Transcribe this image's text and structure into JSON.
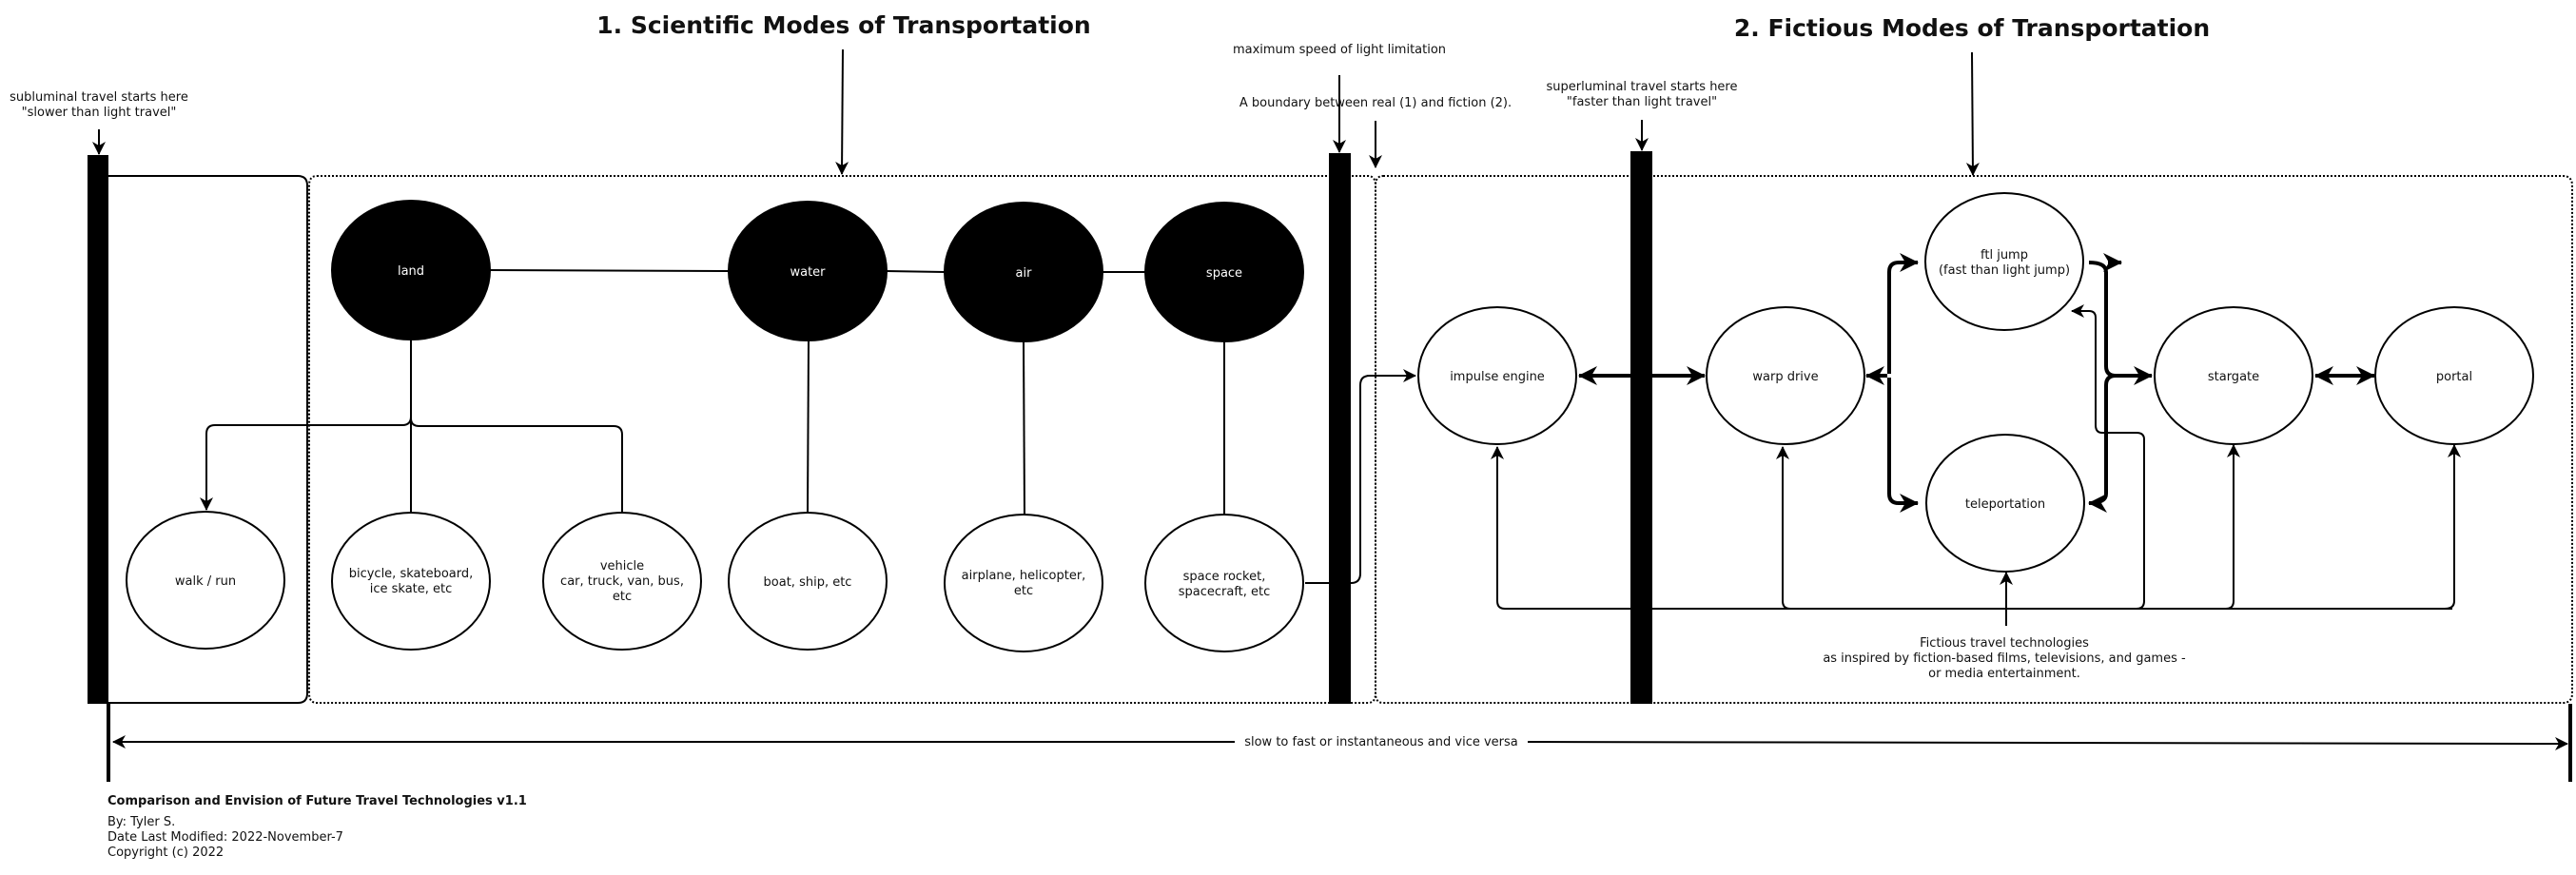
{
  "headings": {
    "scientific": "1. Scientific Modes of Transportation",
    "fictious": "2. Fictious Modes of Transportation"
  },
  "annotations": {
    "subluminal": [
      "subluminal travel starts here",
      "\"slower than light travel\""
    ],
    "max_speed": "maximum speed of light limitation",
    "boundary": "A boundary between real (1) and fiction (2).",
    "superluminal": [
      "superluminal travel starts here",
      "\"faster than light travel\""
    ],
    "fiction_note": [
      "Fictious travel technologies",
      "as inspired by fiction-based films, televisions, and games -",
      "or media entertainment."
    ],
    "scale": "slow to fast or instantaneous and vice versa"
  },
  "scientific_nodes": {
    "categories": [
      {
        "id": "land",
        "label": "land"
      },
      {
        "id": "water",
        "label": "water"
      },
      {
        "id": "air",
        "label": "air"
      },
      {
        "id": "space",
        "label": "space"
      }
    ],
    "modes": [
      {
        "id": "walk",
        "lines": [
          "walk / run"
        ]
      },
      {
        "id": "bicycle",
        "lines": [
          "bicycle, skateboard,",
          "ice skate, etc"
        ]
      },
      {
        "id": "vehicle",
        "lines": [
          "vehicle",
          "car, truck, van, bus,",
          "etc"
        ]
      },
      {
        "id": "boat",
        "lines": [
          "boat, ship, etc"
        ]
      },
      {
        "id": "airplane",
        "lines": [
          "airplane, helicopter,",
          "etc"
        ]
      },
      {
        "id": "rocket",
        "lines": [
          "space rocket,",
          "spacecraft, etc"
        ]
      }
    ]
  },
  "fictious_nodes": [
    {
      "id": "impulse",
      "lines": [
        "impulse engine"
      ]
    },
    {
      "id": "warp",
      "lines": [
        "warp drive"
      ]
    },
    {
      "id": "ftl",
      "lines": [
        "ftl jump",
        "(fast than light jump)"
      ]
    },
    {
      "id": "teleport",
      "lines": [
        "teleportation"
      ]
    },
    {
      "id": "stargate",
      "lines": [
        "stargate"
      ]
    },
    {
      "id": "portal",
      "lines": [
        "portal"
      ]
    }
  ],
  "footer": {
    "title": "Comparison and Envision of Future Travel Technologies v1.1",
    "author": "By: Tyler S.",
    "modified": "Date Last Modified: 2022-November-7",
    "copyright": "Copyright (c) 2022"
  }
}
